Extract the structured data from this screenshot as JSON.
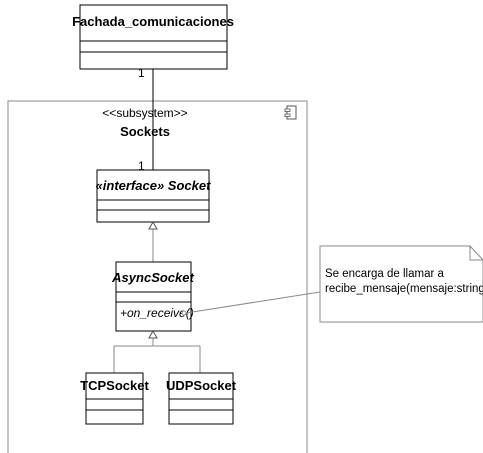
{
  "fachada": {
    "name": "Fachada_comunicaciones"
  },
  "association": {
    "mult_top": "1",
    "mult_bottom": "1"
  },
  "subsystem": {
    "stereotype": "<<subsystem>>",
    "name": "Sockets",
    "icon": "component-icon"
  },
  "socket_interface": {
    "name": "«interface» Socket"
  },
  "async_socket": {
    "name": "AsyncSocket",
    "operation": "+on_receive()"
  },
  "tcp_socket": {
    "name": "TCPSocket"
  },
  "udp_socket": {
    "name": "UDPSocket"
  },
  "note": {
    "line1": "Se encarga de llamar a",
    "line2": "recibe_mensaje(mensaje:string)"
  }
}
